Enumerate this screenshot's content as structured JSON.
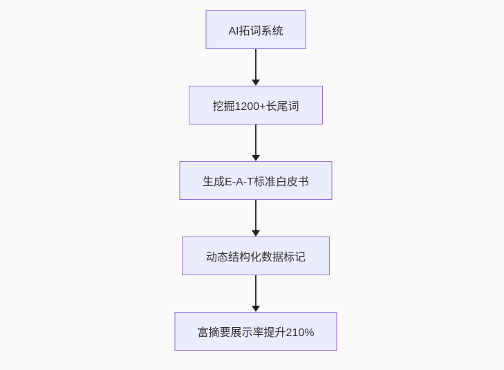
{
  "diagram": {
    "type": "flowchart",
    "direction": "top-down",
    "nodes": [
      {
        "id": "n1",
        "label": "AI拓词系统"
      },
      {
        "id": "n2",
        "label": "挖掘1200+长尾词"
      },
      {
        "id": "n3",
        "label": "生成E-A-T标准白皮书"
      },
      {
        "id": "n4",
        "label": "动态结构化数据标记"
      },
      {
        "id": "n5",
        "label": "富摘要展示率提升210%"
      }
    ],
    "edges": [
      {
        "from": "n1",
        "to": "n2"
      },
      {
        "from": "n2",
        "to": "n3"
      },
      {
        "from": "n3",
        "to": "n4"
      },
      {
        "from": "n4",
        "to": "n5"
      }
    ],
    "colors": {
      "node_fill": "#ECECFF",
      "node_border": "#9370DB",
      "text": "#333333",
      "arrow": "#333333",
      "background": "#FAFAFA"
    }
  }
}
